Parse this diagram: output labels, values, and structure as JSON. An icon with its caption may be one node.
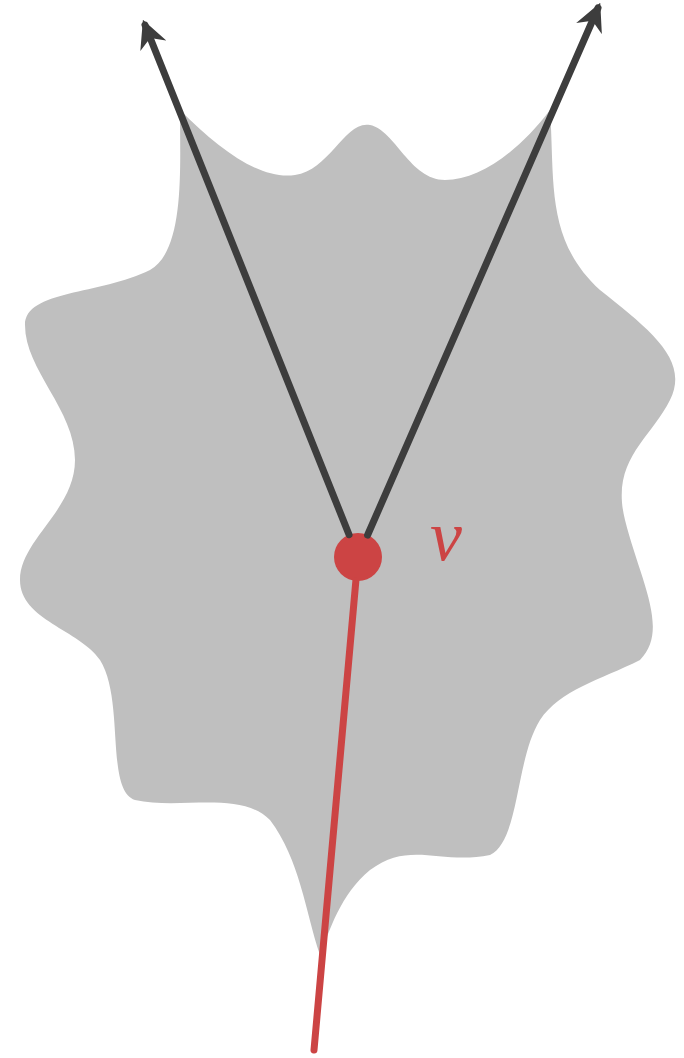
{
  "diagram": {
    "nodes": [
      {
        "text": [],
        "shape": "cloud"
      },
      {
        "text": [],
        "shape": "circle",
        "beside": [
          "v"
        ],
        "in": 0
      }
    ],
    "edges": [
      {
        "from": 1,
        "to": null,
        "arrow": "to"
      },
      {
        "from": 1,
        "to": null,
        "arrow": "to"
      },
      {
        "from": null,
        "to": 1,
        "arrow": "none",
        "color": "#cc4444"
      }
    ]
  }
}
